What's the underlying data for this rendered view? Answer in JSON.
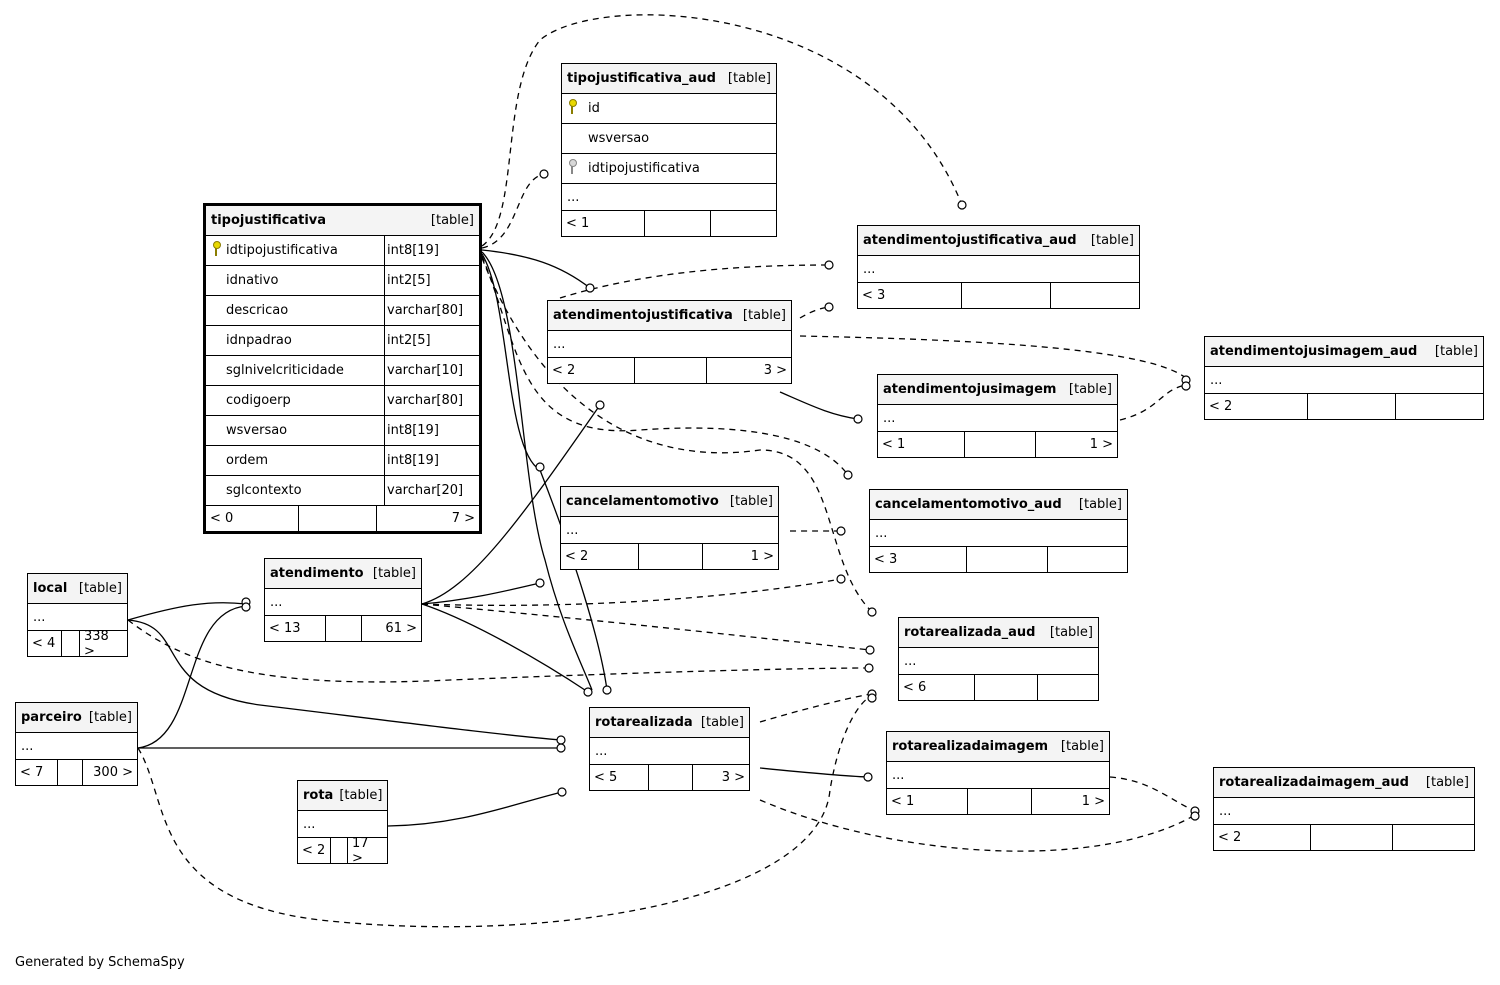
{
  "table_tag": "[table]",
  "ellipsis": "...",
  "credit": "Generated by SchemaSpy",
  "tables": {
    "tipojustificativa": {
      "name": "tipojustificativa",
      "columns": [
        {
          "name": "idtipojustificativa",
          "type": "int8[19]",
          "key": "pk"
        },
        {
          "name": "idnativo",
          "type": "int2[5]"
        },
        {
          "name": "descricao",
          "type": "varchar[80]"
        },
        {
          "name": "idnpadrao",
          "type": "int2[5]"
        },
        {
          "name": "sglnivelcriticidade",
          "type": "varchar[10]"
        },
        {
          "name": "codigoerp",
          "type": "varchar[80]"
        },
        {
          "name": "wsversao",
          "type": "int8[19]"
        },
        {
          "name": "ordem",
          "type": "int8[19]"
        },
        {
          "name": "sglcontexto",
          "type": "varchar[20]"
        }
      ],
      "parents": "< 0",
      "children": "7 >"
    },
    "tipojustificativa_aud": {
      "name": "tipojustificativa_aud",
      "columns": [
        {
          "name": "id",
          "key": "pk"
        },
        {
          "name": "wsversao"
        },
        {
          "name": "idtipojustificativa",
          "key": "fk"
        }
      ],
      "parents": "< 1",
      "children": ""
    },
    "atendimentojustificativa_aud": {
      "name": "atendimentojustificativa_aud",
      "parents": "< 3",
      "children": ""
    },
    "atendimentojustificativa": {
      "name": "atendimentojustificativa",
      "parents": "< 2",
      "children": "3 >"
    },
    "atendimentojusimagem_aud": {
      "name": "atendimentojusimagem_aud",
      "parents": "< 2",
      "children": ""
    },
    "atendimentojusimagem": {
      "name": "atendimentojusimagem",
      "parents": "< 1",
      "children": "1 >"
    },
    "cancelamentomotivo": {
      "name": "cancelamentomotivo",
      "parents": "< 2",
      "children": "1 >"
    },
    "cancelamentomotivo_aud": {
      "name": "cancelamentomotivo_aud",
      "parents": "< 3",
      "children": ""
    },
    "local": {
      "name": "local",
      "parents": "< 4",
      "children": "338 >"
    },
    "atendimento": {
      "name": "atendimento",
      "parents": "< 13",
      "children": "61 >"
    },
    "rotarealizada_aud": {
      "name": "rotarealizada_aud",
      "parents": "< 6",
      "children": ""
    },
    "parceiro": {
      "name": "parceiro",
      "parents": "< 7",
      "children": "300 >"
    },
    "rotarealizada": {
      "name": "rotarealizada",
      "parents": "< 5",
      "children": "3 >"
    },
    "rotarealizadaimagem": {
      "name": "rotarealizadaimagem",
      "parents": "< 1",
      "children": "1 >"
    },
    "rotarealizadaimagem_aud": {
      "name": "rotarealizadaimagem_aud",
      "parents": "< 2",
      "children": ""
    },
    "rota": {
      "name": "rota",
      "parents": "< 2",
      "children": "17 >"
    }
  }
}
